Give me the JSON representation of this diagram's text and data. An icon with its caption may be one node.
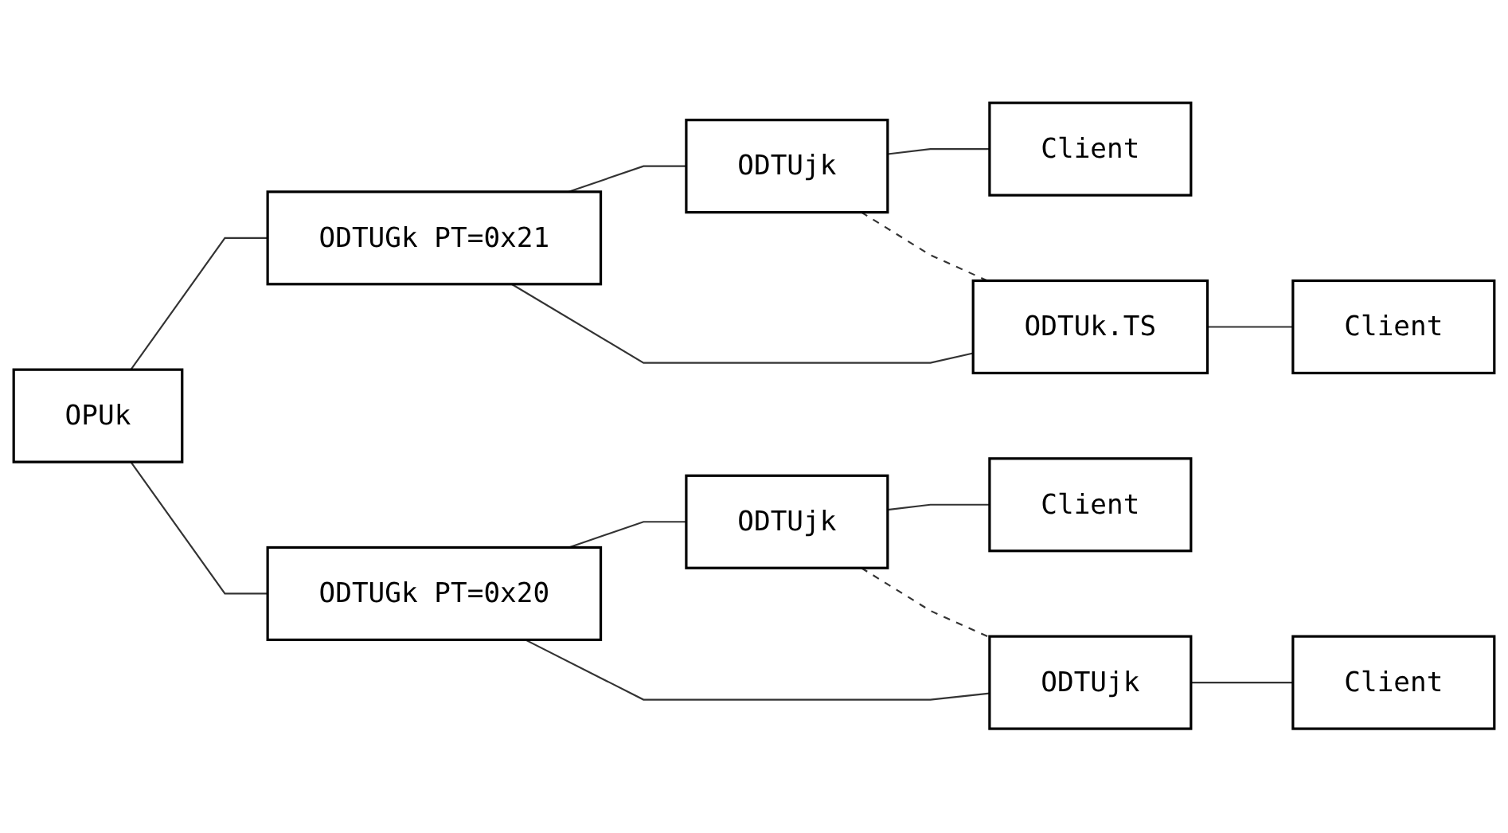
{
  "diagram": {
    "nodes": [
      {
        "text": [
          "OPUk"
        ]
      },
      {
        "text": [
          "ODTUGk PT=0x21"
        ]
      },
      {
        "text": [
          "ODTUjk"
        ]
      },
      {
        "text": [
          "Client"
        ]
      },
      {
        "text": [
          "ODTUk.TS"
        ]
      },
      {
        "text": [
          "Client"
        ]
      },
      {
        "text": [
          "ODTUGk PT=0x20"
        ]
      },
      {
        "text": [
          "ODTUjk"
        ]
      },
      {
        "text": [
          "Client"
        ]
      },
      {
        "text": [
          "ODTUjk"
        ]
      },
      {
        "text": [
          "Client"
        ]
      }
    ],
    "edges": [
      {
        "from": 0,
        "to": 1,
        "arrow": "none"
      },
      {
        "from": 1,
        "to": 2,
        "arrow": "none"
      },
      {
        "from": 2,
        "to": 3,
        "arrow": "none"
      },
      {
        "from": 2,
        "to": 4,
        "arrow": "none",
        "style": "dashed"
      },
      {
        "from": 1,
        "to": 4,
        "arrow": "none"
      },
      {
        "from": 4,
        "to": 5,
        "arrow": "none"
      },
      {
        "from": 0,
        "to": 6,
        "arrow": "none"
      },
      {
        "from": 6,
        "to": 7,
        "arrow": "none"
      },
      {
        "from": 7,
        "to": 8,
        "arrow": "none"
      },
      {
        "from": 7,
        "to": 9,
        "arrow": "none",
        "style": "dashed"
      },
      {
        "from": 6,
        "to": 9,
        "arrow": "none"
      },
      {
        "from": 9,
        "to": 10,
        "arrow": "none"
      }
    ]
  }
}
